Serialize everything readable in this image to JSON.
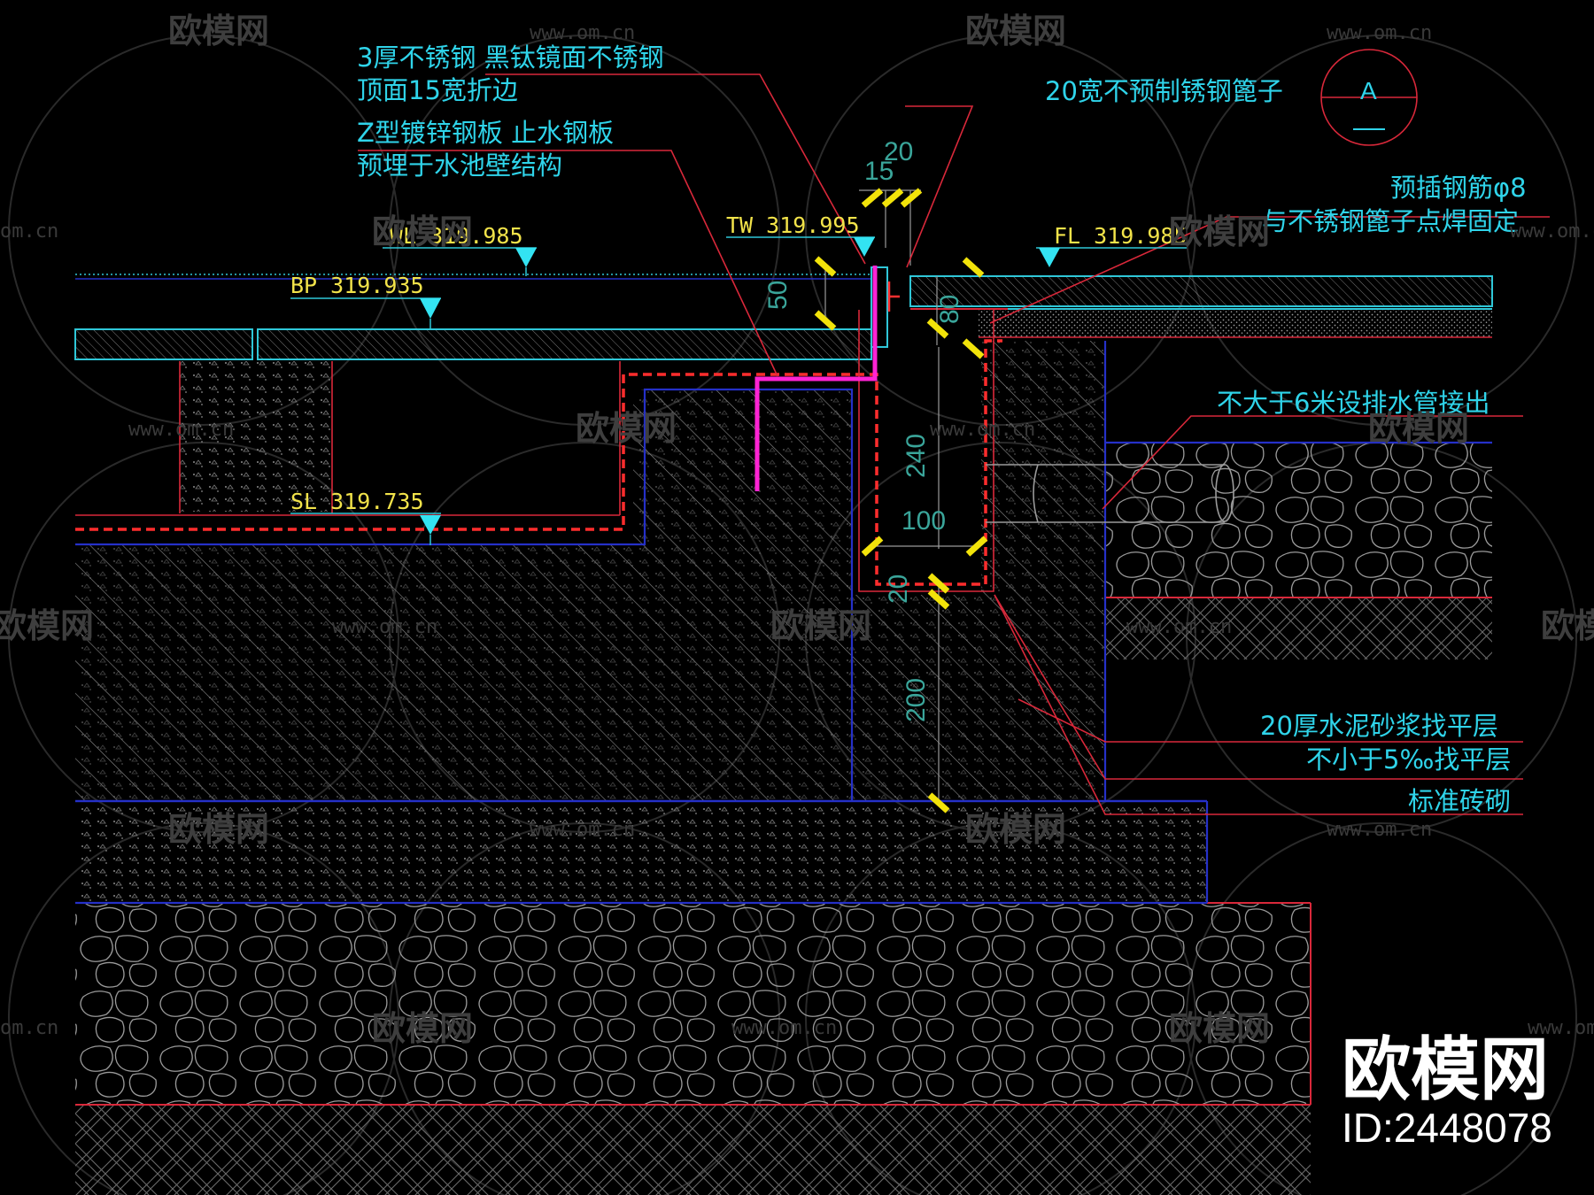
{
  "watermark": {
    "brand": "欧模网",
    "url": "www.om.cn",
    "url_partial": "om.cn",
    "id": "ID:2448078"
  },
  "section_mark": {
    "letter": "A"
  },
  "elevations": {
    "wl": "WL 319.985",
    "bp": "BP 319.935",
    "sl": "SL 319.735",
    "tw": "TW 319.995",
    "fl": "FL 319.985"
  },
  "dimensions": {
    "d20_top": "20",
    "d15": "15",
    "d50": "50",
    "d80": "80",
    "d240": "240",
    "d100": "100",
    "d20_bottom": "20",
    "d200": "200"
  },
  "notes": {
    "steel_1": "3厚不锈钢 黑钛镜面不锈钢",
    "steel_2": "顶面15宽折边",
    "zplate_1": "Z型镀锌钢板 止水钢板",
    "zplate_2": "预埋于水池壁结构",
    "grate": "20宽不预制锈钢篦子",
    "rebar_1": "预插钢筋φ8",
    "rebar_2": "与不锈钢篦子点焊固定",
    "drain": "不大于6米设排水管接出",
    "mortar": "20厚水泥砂浆找平层",
    "slope": "不小于5‰找平层",
    "brick": "标准砖砌"
  }
}
